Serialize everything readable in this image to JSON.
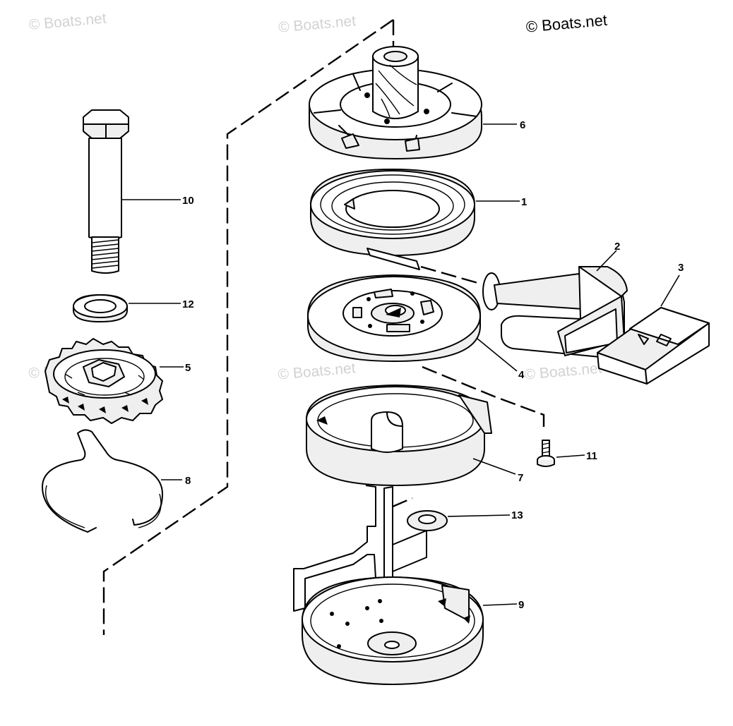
{
  "copyright": "© Boats.net",
  "watermarks": [
    "© Boats.net",
    "© Boats.net",
    "© Boats.net",
    "© Boats.net",
    "© Boats.net"
  ],
  "callouts": {
    "p1": "1",
    "p2": "2",
    "p3": "3",
    "p4": "4",
    "p5": "5",
    "p6": "6",
    "p7": "7",
    "p8": "8",
    "p9": "9",
    "p10": "10",
    "p11": "11",
    "p12": "12",
    "p13": "13"
  }
}
